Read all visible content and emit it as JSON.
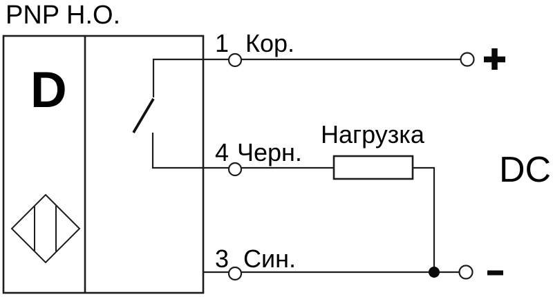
{
  "title": "PNP Н.О.",
  "sensor": {
    "letter": "D",
    "symbol_icon": "inductive-sensor-diamond-icon",
    "switch": "normally-open-contact"
  },
  "terminals": [
    {
      "pin": "1",
      "wire_color": "Кор."
    },
    {
      "pin": "4",
      "wire_color": "Черн."
    },
    {
      "pin": "3",
      "wire_color": "Син."
    }
  ],
  "load": {
    "label": "Нагрузка"
  },
  "power": {
    "label": "DC",
    "positive_symbol": "+",
    "negative_symbol": "−"
  },
  "colors": {
    "line": "#1c1c1c",
    "background": "#ffffff",
    "text": "#000000"
  }
}
